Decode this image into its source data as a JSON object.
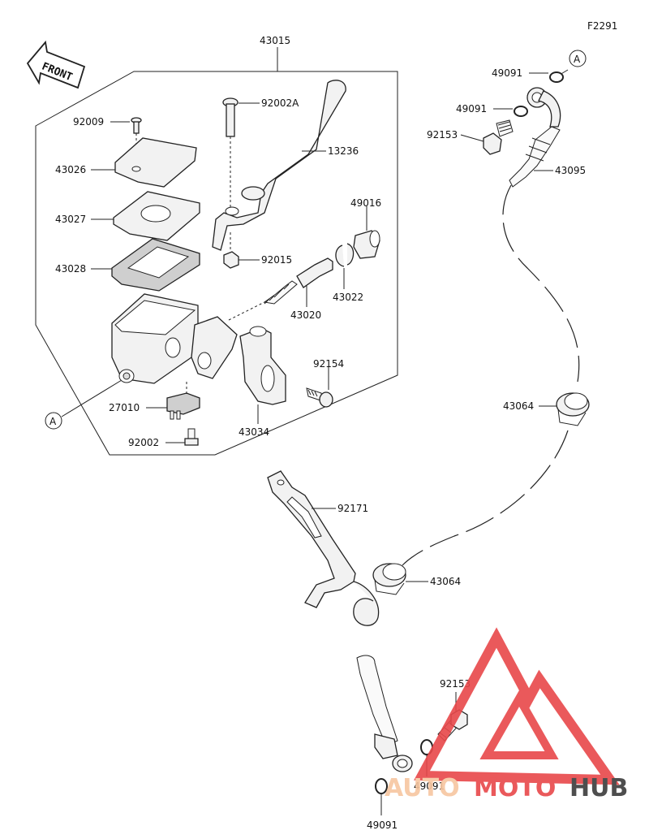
{
  "figure_code": "F2291",
  "front_label": "FRONT",
  "callout_letter": "A",
  "parts": {
    "p43015": "43015",
    "p92009": "92009",
    "p92002A": "92002A",
    "p13236": "13236",
    "p43026": "43026",
    "p43027": "43027",
    "p43028": "43028",
    "p49016": "49016",
    "p92015": "92015",
    "p43022": "43022",
    "p43020": "43020",
    "p92154": "92154",
    "p27010": "27010",
    "p43034": "43034",
    "p92002": "92002",
    "p49091_a": "49091",
    "p49091_b": "49091",
    "p92153_a": "92153",
    "p43095": "43095",
    "p43064_a": "43064",
    "p92171": "92171",
    "p43064_b": "43064",
    "p92153_b": "92153",
    "p49091_c": "49091",
    "p49091_d": "49091"
  },
  "watermark": {
    "word_a": "AUTO",
    "word_b": "MOTO",
    "word_c": "HUB",
    "color_light": "#f7c6a0",
    "color_red": "#e8484a",
    "color_dark": "#3b3b3b"
  }
}
